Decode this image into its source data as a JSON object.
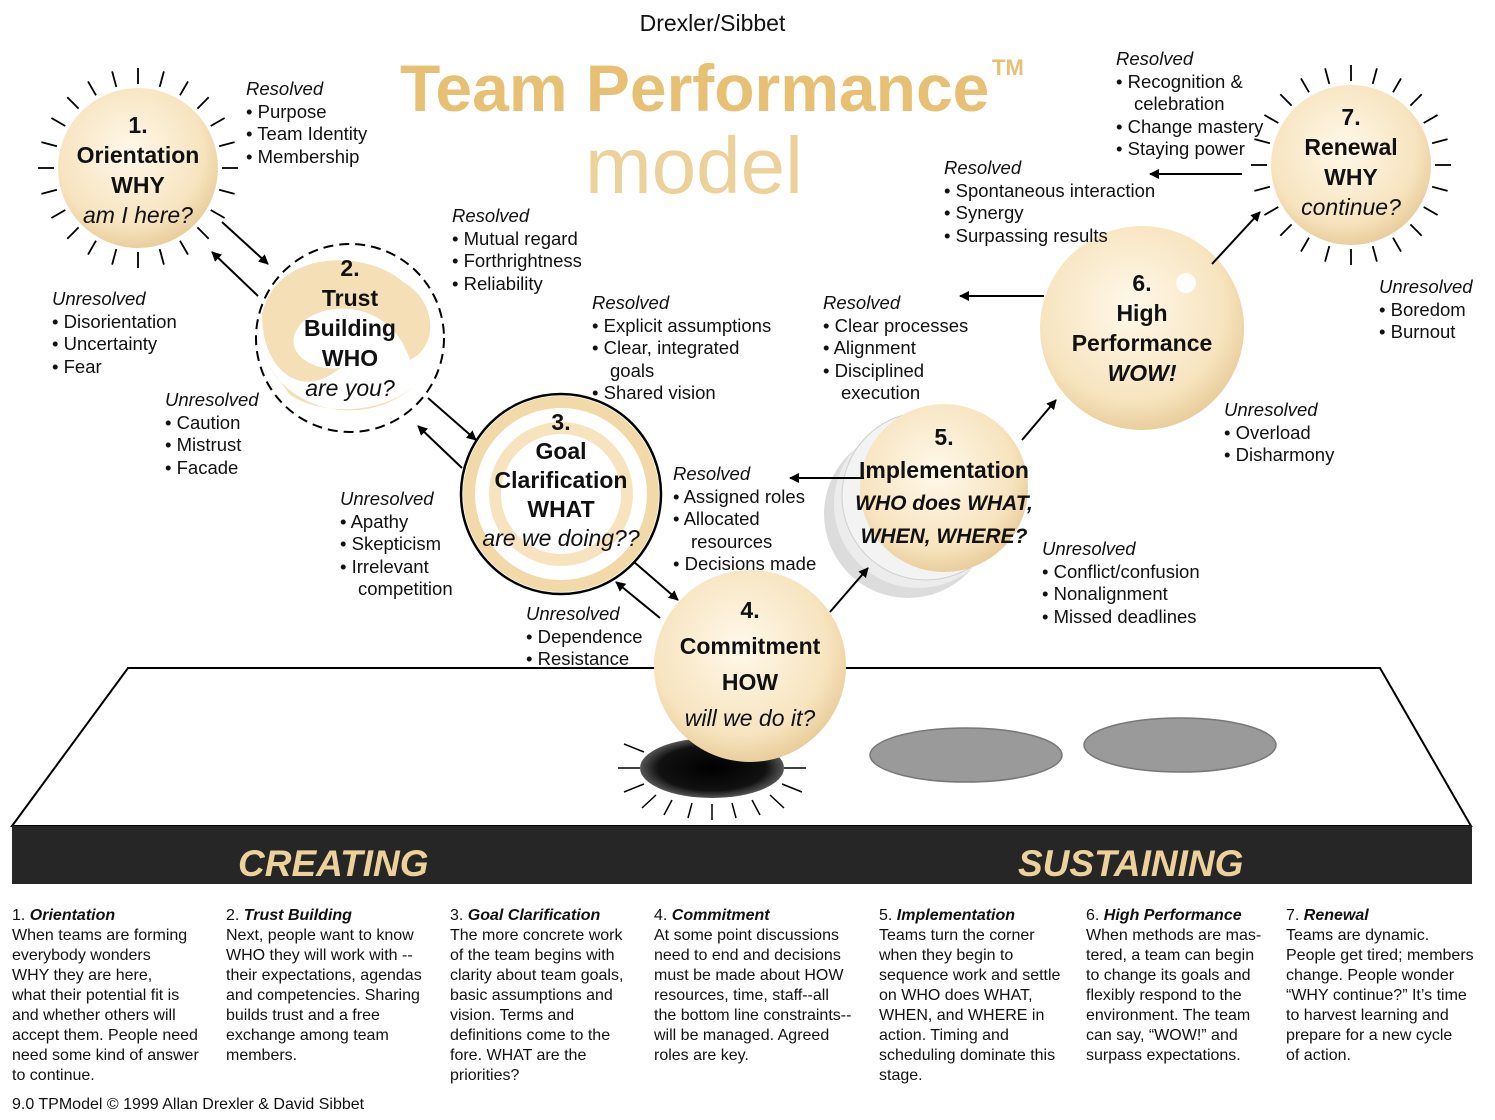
{
  "header": {
    "author": "Drexler/Sibbet",
    "title": "Team Performance",
    "trademark": "TM",
    "subtitle": "model"
  },
  "stages": [
    {
      "number": "1.",
      "name_lines": [
        "Orientation"
      ],
      "key": "WHY",
      "question": "am I here?"
    },
    {
      "number": "2.",
      "name_lines": [
        "Trust",
        "Building"
      ],
      "key": "WHO",
      "question": "are you?"
    },
    {
      "number": "3.",
      "name_lines": [
        "Goal",
        "Clarification"
      ],
      "key": "WHAT",
      "question": "are we doing??"
    },
    {
      "number": "4.",
      "name_lines": [
        "Commitment"
      ],
      "key": "HOW",
      "question": "will we do it?"
    },
    {
      "number": "5.",
      "name_lines": [
        "Implementation"
      ],
      "key": "WHO does WHAT,",
      "question": "WHEN, WHERE?"
    },
    {
      "number": "6.",
      "name_lines": [
        "High",
        "Performance"
      ],
      "key": "WOW!",
      "question": ""
    },
    {
      "number": "7.",
      "name_lines": [
        "Renewal"
      ],
      "key": "WHY",
      "question": "continue?"
    }
  ],
  "labels": {
    "resolved": "Resolved",
    "unresolved": "Unresolved"
  },
  "resolved": [
    [
      "• Purpose",
      "• Team Identity",
      "• Membership"
    ],
    [
      "• Mutual regard",
      "• Forthrightness",
      "• Reliability"
    ],
    [
      "• Explicit assumptions",
      "• Clear, integrated",
      "goals",
      "• Shared vision"
    ],
    [
      "• Assigned roles",
      "• Allocated",
      "resources",
      "• Decisions made"
    ],
    [
      "• Clear processes",
      "• Alignment",
      "• Disciplined",
      "execution"
    ],
    [
      "• Spontaneous interaction",
      "• Synergy",
      "• Surpassing results"
    ],
    [
      "• Recognition &",
      "celebration",
      "• Change mastery",
      "• Staying power"
    ]
  ],
  "unresolved": [
    [
      "• Disorientation",
      "• Uncertainty",
      "• Fear"
    ],
    [
      "• Caution",
      "• Mistrust",
      "• Facade"
    ],
    [
      "• Apathy",
      "• Skepticism",
      "• Irrelevant",
      "competition"
    ],
    [
      "• Dependence",
      "• Resistance"
    ],
    [
      "• Conflict/confusion",
      "• Nonalignment",
      "• Missed deadlines"
    ],
    [
      "• Overload",
      "• Disharmony"
    ],
    [
      "• Boredom",
      "• Burnout"
    ]
  ],
  "band": {
    "left": "CREATING",
    "right": "SUSTAINING"
  },
  "descriptions": [
    {
      "num": "1.",
      "title": "Orientation",
      "lines": [
        "When teams are forming",
        "everybody wonders",
        "WHY they are here,",
        "what their potential fit is",
        "and whether others will",
        "accept them.  People need",
        "need some kind of answer",
        "to continue."
      ]
    },
    {
      "num": "2.",
      "title": "Trust Building",
      "lines": [
        "Next, people want to know",
        "WHO they will work with --",
        "their expectations, agendas",
        "and competencies.  Sharing",
        "builds trust and a free",
        "exchange among team",
        "members."
      ]
    },
    {
      "num": "3.",
      "title": "Goal Clarification",
      "lines": [
        "The more concrete work",
        "of the team begins with",
        "clarity about team goals,",
        "basic assumptions and",
        "vision.  Terms and",
        "definitions come to the",
        "fore.  WHAT are the",
        "priorities?"
      ]
    },
    {
      "num": "4.",
      "title": "Commitment",
      "lines": [
        "At some point discussions",
        "need to end and decisions",
        "must be made about HOW",
        "resources, time, staff--all",
        "the bottom line constraints--",
        "will be managed.  Agreed",
        "roles are key."
      ]
    },
    {
      "num": "5.",
      "title": "Implementation",
      "lines": [
        "Teams turn the corner",
        "when they begin to",
        "sequence work and settle",
        "on WHO does WHAT,",
        "WHEN, and WHERE in",
        "action.  Timing and",
        "scheduling dominate this",
        "stage."
      ]
    },
    {
      "num": "6.",
      "title": "High Performance",
      "lines": [
        "When methods are mas-",
        "tered, a team can begin",
        "to change its goals and",
        "flexibly respond to the",
        "environment.  The team",
        "can say, “WOW!” and",
        "surpass expectations."
      ]
    },
    {
      "num": "7.",
      "title": "Renewal",
      "lines": [
        "Teams are dynamic.",
        "People get tired; members",
        "change.  People wonder",
        "“WHY continue?”  It’s time",
        "to harvest learning and",
        "prepare for a new  cycle",
        "of action."
      ]
    }
  ],
  "footer": "9.0 TPModel © 1999 Allan Drexler & David Sibbet",
  "colors": {
    "title": "#e7c074",
    "subtitle": "#ecd29a",
    "sphere": "#f7e4bf",
    "band": "#262626"
  }
}
